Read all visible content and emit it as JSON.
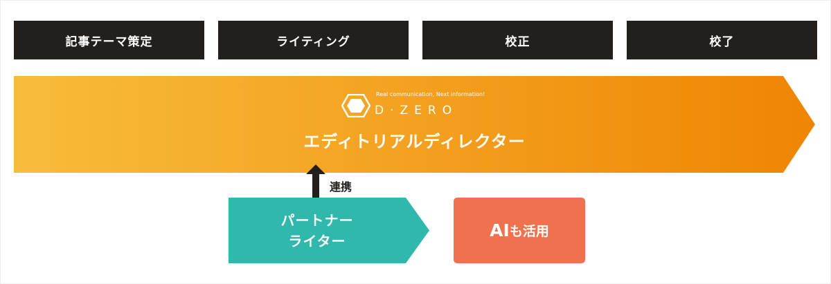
{
  "stages": [
    "記事テーマ策定",
    "ライティング",
    "校正",
    "校了"
  ],
  "director": {
    "tagline": "Real communication, Next information!",
    "brand": "D·ZERO",
    "title": "エディトリアルディレクター",
    "gradient_start": "#f8bc3c",
    "gradient_end": "#ef8503"
  },
  "link_label": "連携",
  "partner": {
    "line1": "パートナー",
    "line2": "ライター",
    "color": "#31b8ad"
  },
  "ai_box": {
    "main": "AI",
    "sub": "も活用",
    "color": "#f0714d"
  }
}
